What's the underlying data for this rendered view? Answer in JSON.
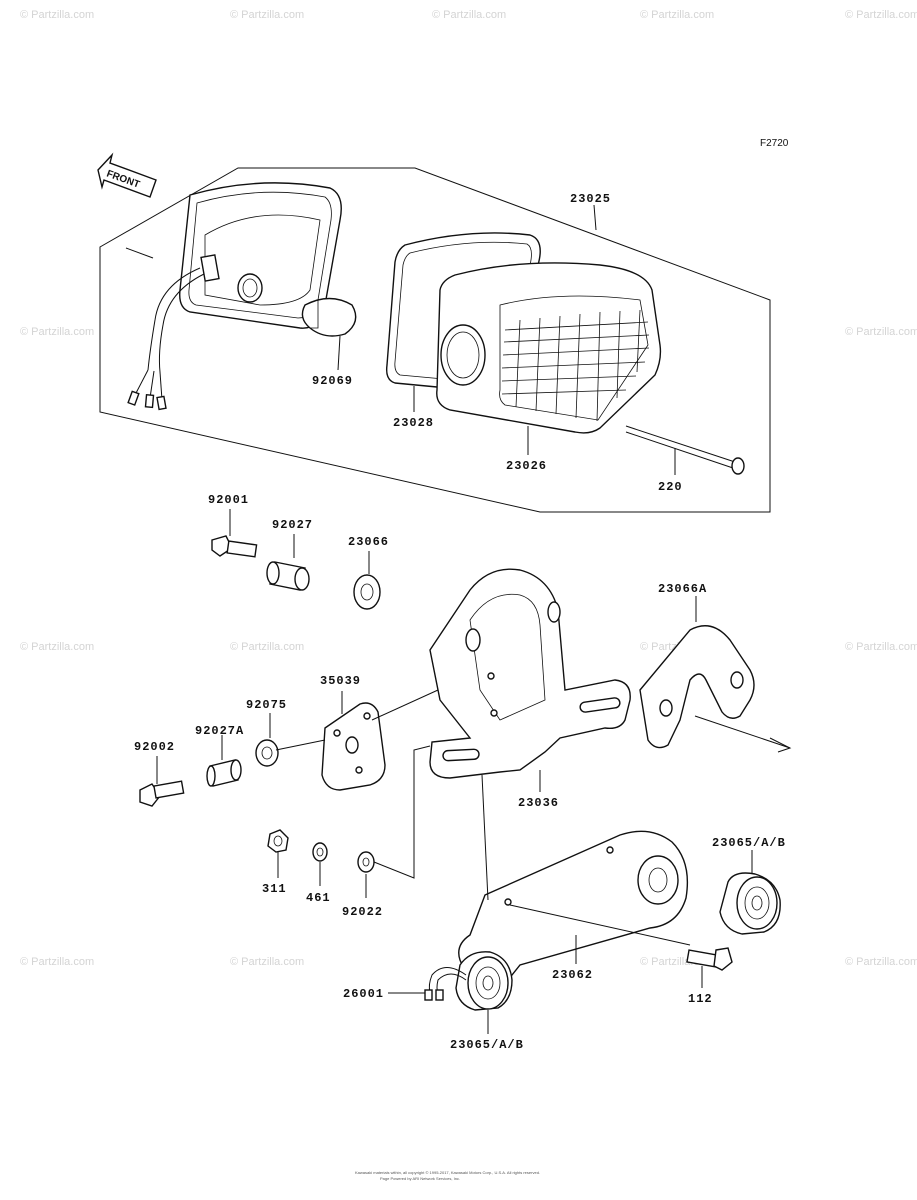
{
  "figure_code": "F2720",
  "front_label": "FRONT",
  "watermark": "© Partzilla.com",
  "footer": {
    "line1": "Kawasaki materials within, all copyright © 1995-2017, Kawasaki Motors Corp., U.S.A. All rights reserved.",
    "line2": "Page Powered by ARI Network Services, Inc."
  },
  "parts": {
    "p23025": "23025",
    "p92069": "92069",
    "p23028": "23028",
    "p23026": "23026",
    "p220": "220",
    "p92001": "92001",
    "p92027": "92027",
    "p23066": "23066",
    "p23066A": "23066A",
    "p35039": "35039",
    "p92075": "92075",
    "p92027A": "92027A",
    "p92002": "92002",
    "p23036": "23036",
    "p311": "311",
    "p461": "461",
    "p92022": "92022",
    "p23065a": "23065/A/B",
    "p23065b": "23065/A/B",
    "p26001": "26001",
    "p23062": "23062",
    "p112": "112"
  }
}
